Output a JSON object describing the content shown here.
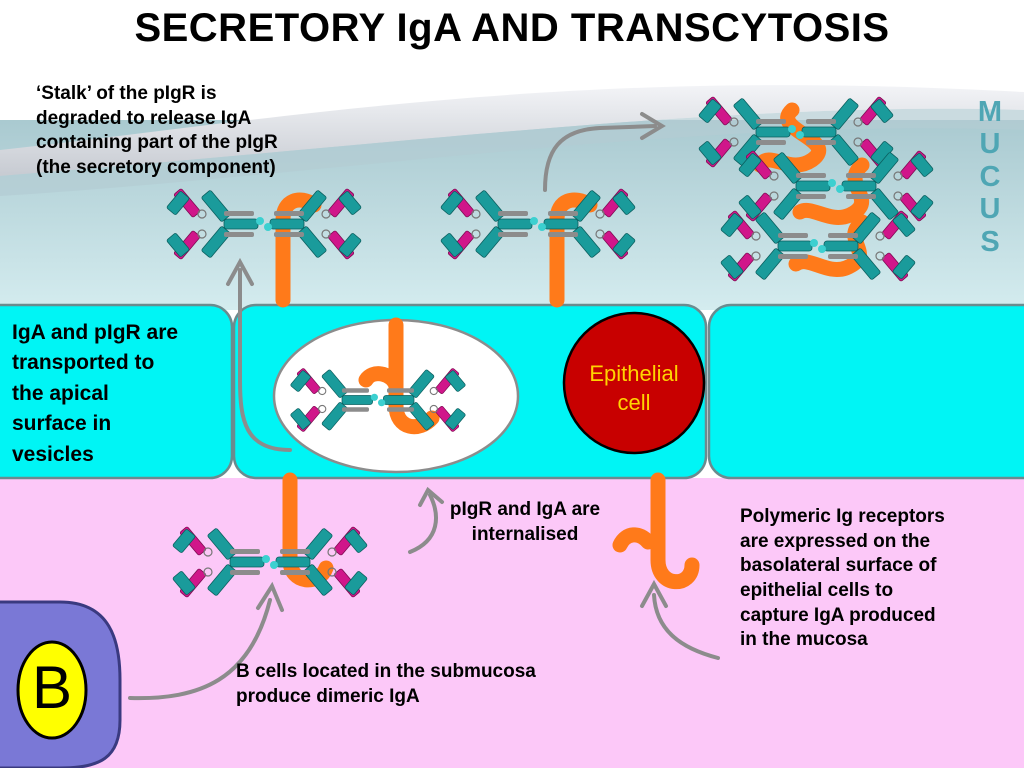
{
  "title": "SECRETORY IgA AND TRANSCYTOSIS",
  "mucus_letters": [
    "M",
    "U",
    "C",
    "U",
    "S"
  ],
  "epithelial_label": [
    "Epithelial",
    "cell"
  ],
  "b_cell_label": "B",
  "notes": {
    "stalk": [
      "‘Stalk’ of the pIgR is",
      "degraded to release IgA",
      "containing part of the pIgR",
      "(the secretory component)"
    ],
    "vesicles": [
      "IgA and pIgR are",
      "transported to",
      "the apical",
      "surface in",
      "vesicles"
    ],
    "internalised": [
      "pIgR and IgA are",
      "internalised"
    ],
    "pigr": [
      "Polymeric Ig receptors",
      "are expressed on the",
      "basolateral surface of",
      "epithelial cells to",
      "capture IgA produced",
      "in the mucosa"
    ],
    "bcells": [
      "B cells located in the submucosa",
      "produce dimeric IgA"
    ]
  },
  "colors": {
    "lumen": "#a6cdd6",
    "mucus_wave": "#dfe2e8",
    "submucosa": "#fcc8f8",
    "epithelium": "#00f5f5",
    "nucleus": "#c80000",
    "receptor": "#ff7a1a",
    "antibody_teal": "#1a9b9b",
    "antibody_magenta": "#d0168a",
    "b_cell": "#7a78d6",
    "b_nucleus": "#ffff00",
    "arrow": "#8c8c8c"
  },
  "icons": {
    "dimeric_iga": "dimeric-iga-icon",
    "pigr": "pigr-receptor-icon",
    "arrow": "curved-arrow-icon"
  }
}
